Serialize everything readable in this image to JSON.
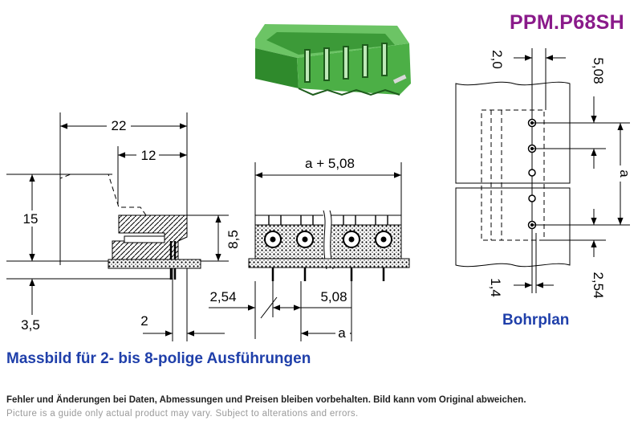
{
  "header": {
    "part_number": "PPM.P68SH"
  },
  "side_view": {
    "dim_width": "22",
    "dim_depth": "12",
    "dim_height": "15",
    "dim_below": "3,5",
    "dim_pin": "2",
    "dim_body": "8,5"
  },
  "front_view": {
    "dim_total": "a + 5,08",
    "dim_offset": "2,54",
    "dim_pitch": "5,08",
    "dim_a": "a"
  },
  "drill_plan": {
    "dim_top_offset": "2,0",
    "dim_pitch": "5,08",
    "dim_a": "a",
    "dim_hole": "1,4",
    "dim_edge": "2,54",
    "caption": "Bohrplan"
  },
  "caption": "Massbild für 2- bis 8-polige Ausführungen",
  "disclaimer": {
    "de": "Fehler und Änderungen bei Daten, Abmessungen und Preisen bleiben vorbehalten. Bild kann vom Original abweichen.",
    "en": "Picture is a guide only actual product may vary. Subject to alterations and errors."
  },
  "colors": {
    "part_number": "#8a1a8a",
    "captions": "#1f3faa",
    "connector": "#4caf46"
  }
}
